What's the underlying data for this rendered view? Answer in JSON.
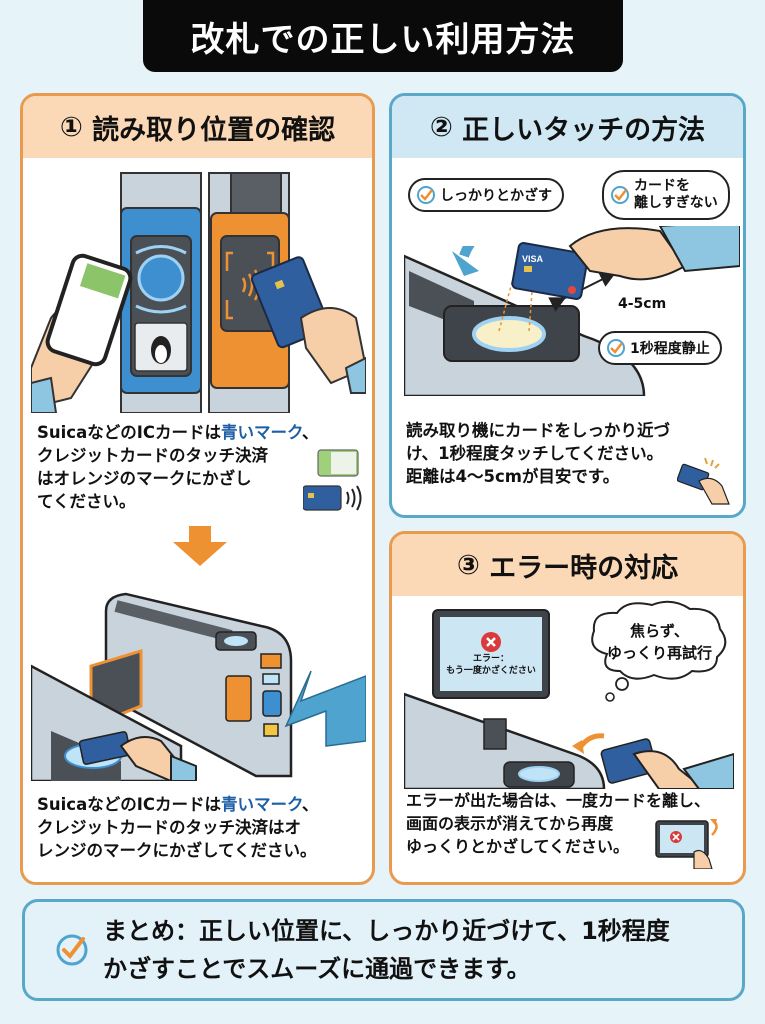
{
  "title": "改札での正しい利用方法",
  "colors": {
    "background": "#e6f3f9",
    "orange_accent": "#e89a4f",
    "orange_header": "#fbd9b6",
    "blue_accent": "#5aa8c8",
    "blue_header": "#cfe8f3",
    "highlight_text": "#1d5fa6",
    "title_bg": "#0a0a0a"
  },
  "panels": [
    {
      "number": "①",
      "heading": "読み取り位置の確認",
      "illustration_top": {
        "description": "Gate with blue IC reader (Suica penguin) and orange contactless reader; hand with smartphone and hand with VISA card"
      },
      "text_top": {
        "prefix": "SuicaなどのICカードは",
        "highlight": "青いマーク",
        "line1_suffix": "、",
        "line2": "クレジットカードのタッチ決済",
        "line3": "はオレンジのマークにかざし",
        "line4": "てください。"
      },
      "illustration_bottom": {
        "description": "Isometric ticket gate with orange arrow pointing down and blue arrow pointing at reader; hand touching card to reader"
      },
      "text_bottom": {
        "prefix": "SuicaなどのICカードは",
        "highlight": "青いマーク",
        "line1_suffix": "、",
        "line2": "クレジットカードのタッチ決済はオ",
        "line3": "レンジのマークにかざしてください。"
      }
    },
    {
      "number": "②",
      "heading": "正しいタッチの方法",
      "bubbles": [
        "しっかりとかざす",
        "カードを\n離しすぎない",
        "1秒程度静止"
      ],
      "bubble_line1": "カードを",
      "bubble_line2": "離しすぎない",
      "distance_label": "4-5cm",
      "card_brand": "VISA",
      "text": {
        "line1": "読み取り機にカードをしっかり近づ",
        "line2": "け、1秒程度タッチしてください。",
        "line3": "距離は4〜5cmが目安です。"
      }
    },
    {
      "number": "③",
      "heading": "エラー時の対応",
      "screen": {
        "line1": "エラー：",
        "line2": "もう一度かざください"
      },
      "thought": {
        "line1": "焦らず、",
        "line2": "ゆっくり再試行"
      },
      "text": {
        "line1": "エラーが出た場合は、一度カードを離し、",
        "line2": "画面の表示が消えてから再度",
        "line3": "ゆっくりとかざしてください。"
      }
    }
  ],
  "summary": {
    "line1": "まとめ：正しい位置に、しっかり近づけて、1秒程度",
    "line2": "かざすことでスムーズに通過できます。"
  }
}
